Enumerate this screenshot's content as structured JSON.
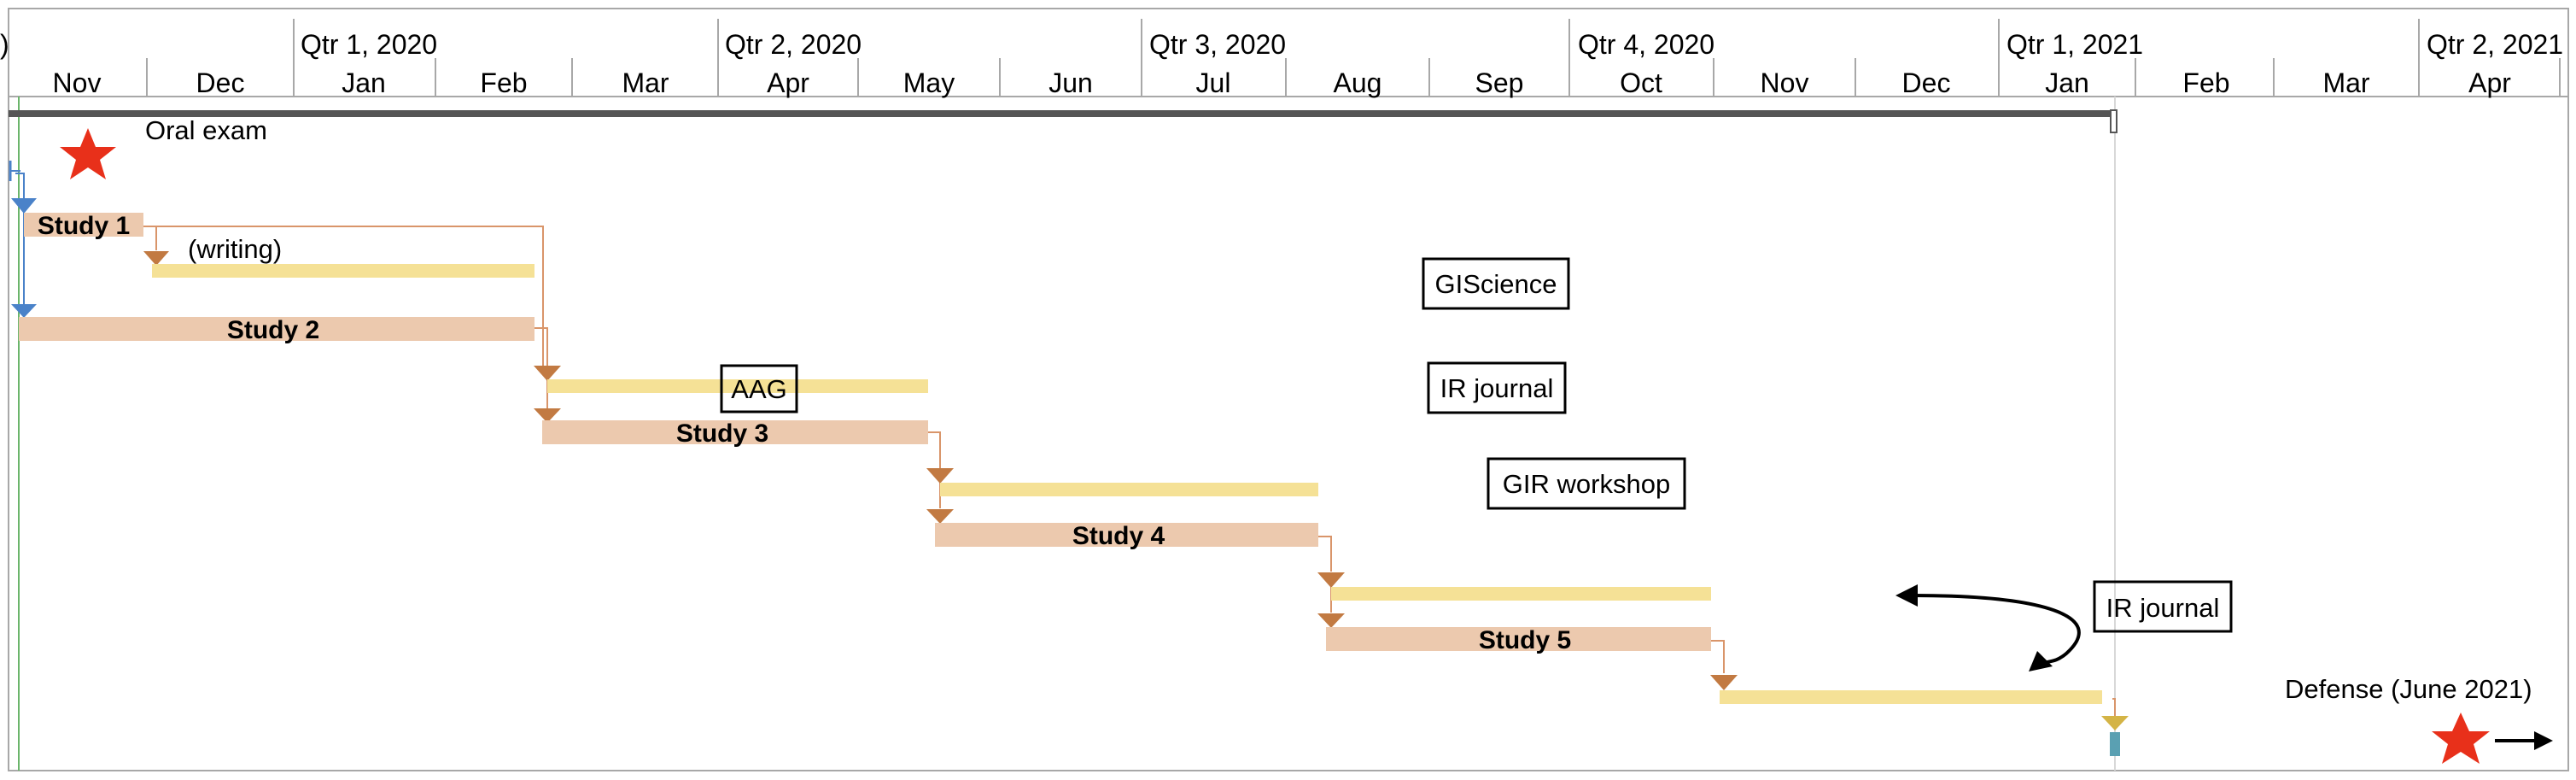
{
  "timeline": {
    "quarters": [
      "Qtr 1, 2020",
      "Qtr 2, 2020",
      "Qtr 3, 2020",
      "Qtr 4, 2020",
      "Qtr 1, 2021",
      "Qtr 2, 2021"
    ],
    "months": [
      "Nov",
      "Dec",
      "Jan",
      "Feb",
      "Mar",
      "Apr",
      "May",
      "Jun",
      "Jul",
      "Aug",
      "Sep",
      "Oct",
      "Nov",
      "Dec",
      "Jan",
      "Feb",
      "Mar",
      "Apr"
    ]
  },
  "milestones": {
    "oral_exam": "Oral exam",
    "defense": "Defense (June 2021)"
  },
  "tasks": {
    "study1": "Study 1",
    "writing": "(writing)",
    "study2": "Study 2",
    "study3": "Study 3",
    "study4": "Study 4",
    "study5": "Study 5"
  },
  "venues": {
    "aag": "AAG",
    "giscience": "GIScience",
    "ir_journal_1": "IR journal",
    "gir_workshop": "GIR workshop",
    "ir_journal_2": "IR journal"
  },
  "colors": {
    "study_bar": "#ecc9ae",
    "writing_bar": "#f5e196",
    "summary_bar": "#555555",
    "star": "#e8301a",
    "connector": "#d9956a",
    "arrow_down": "#c27a42",
    "start_arrow": "#4a82c9",
    "end_marker": "#5aa0b2"
  }
}
